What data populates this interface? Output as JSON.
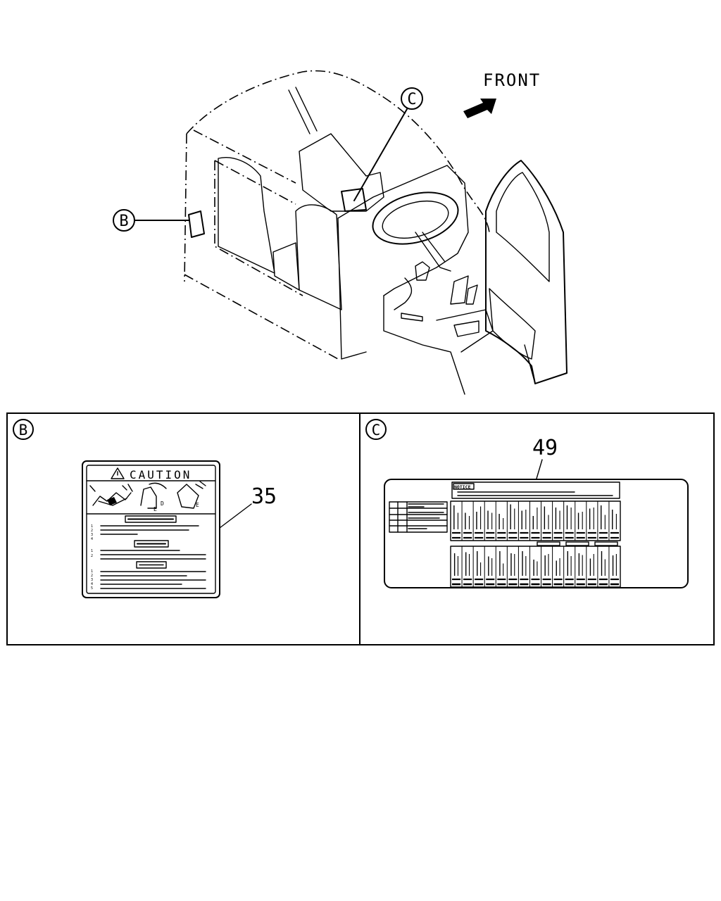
{
  "direction_label": "FRONT",
  "callouts": {
    "top_b": "B",
    "top_c": "C",
    "panel_b": "B",
    "panel_c": "C"
  },
  "parts": {
    "caution_label_number": "35",
    "notice_label_number": "49"
  },
  "caution_label": {
    "heading": "CAUTION",
    "list_numbers_1": [
      "1",
      "2",
      "3",
      "4"
    ],
    "list_numbers_2": [
      "1",
      "2"
    ],
    "list_numbers_3": [
      "1",
      "2",
      "3",
      "4",
      "5"
    ],
    "icon_letters": [
      "D",
      "E",
      "E"
    ]
  },
  "notice_label": {
    "heading": "NOTICE"
  }
}
